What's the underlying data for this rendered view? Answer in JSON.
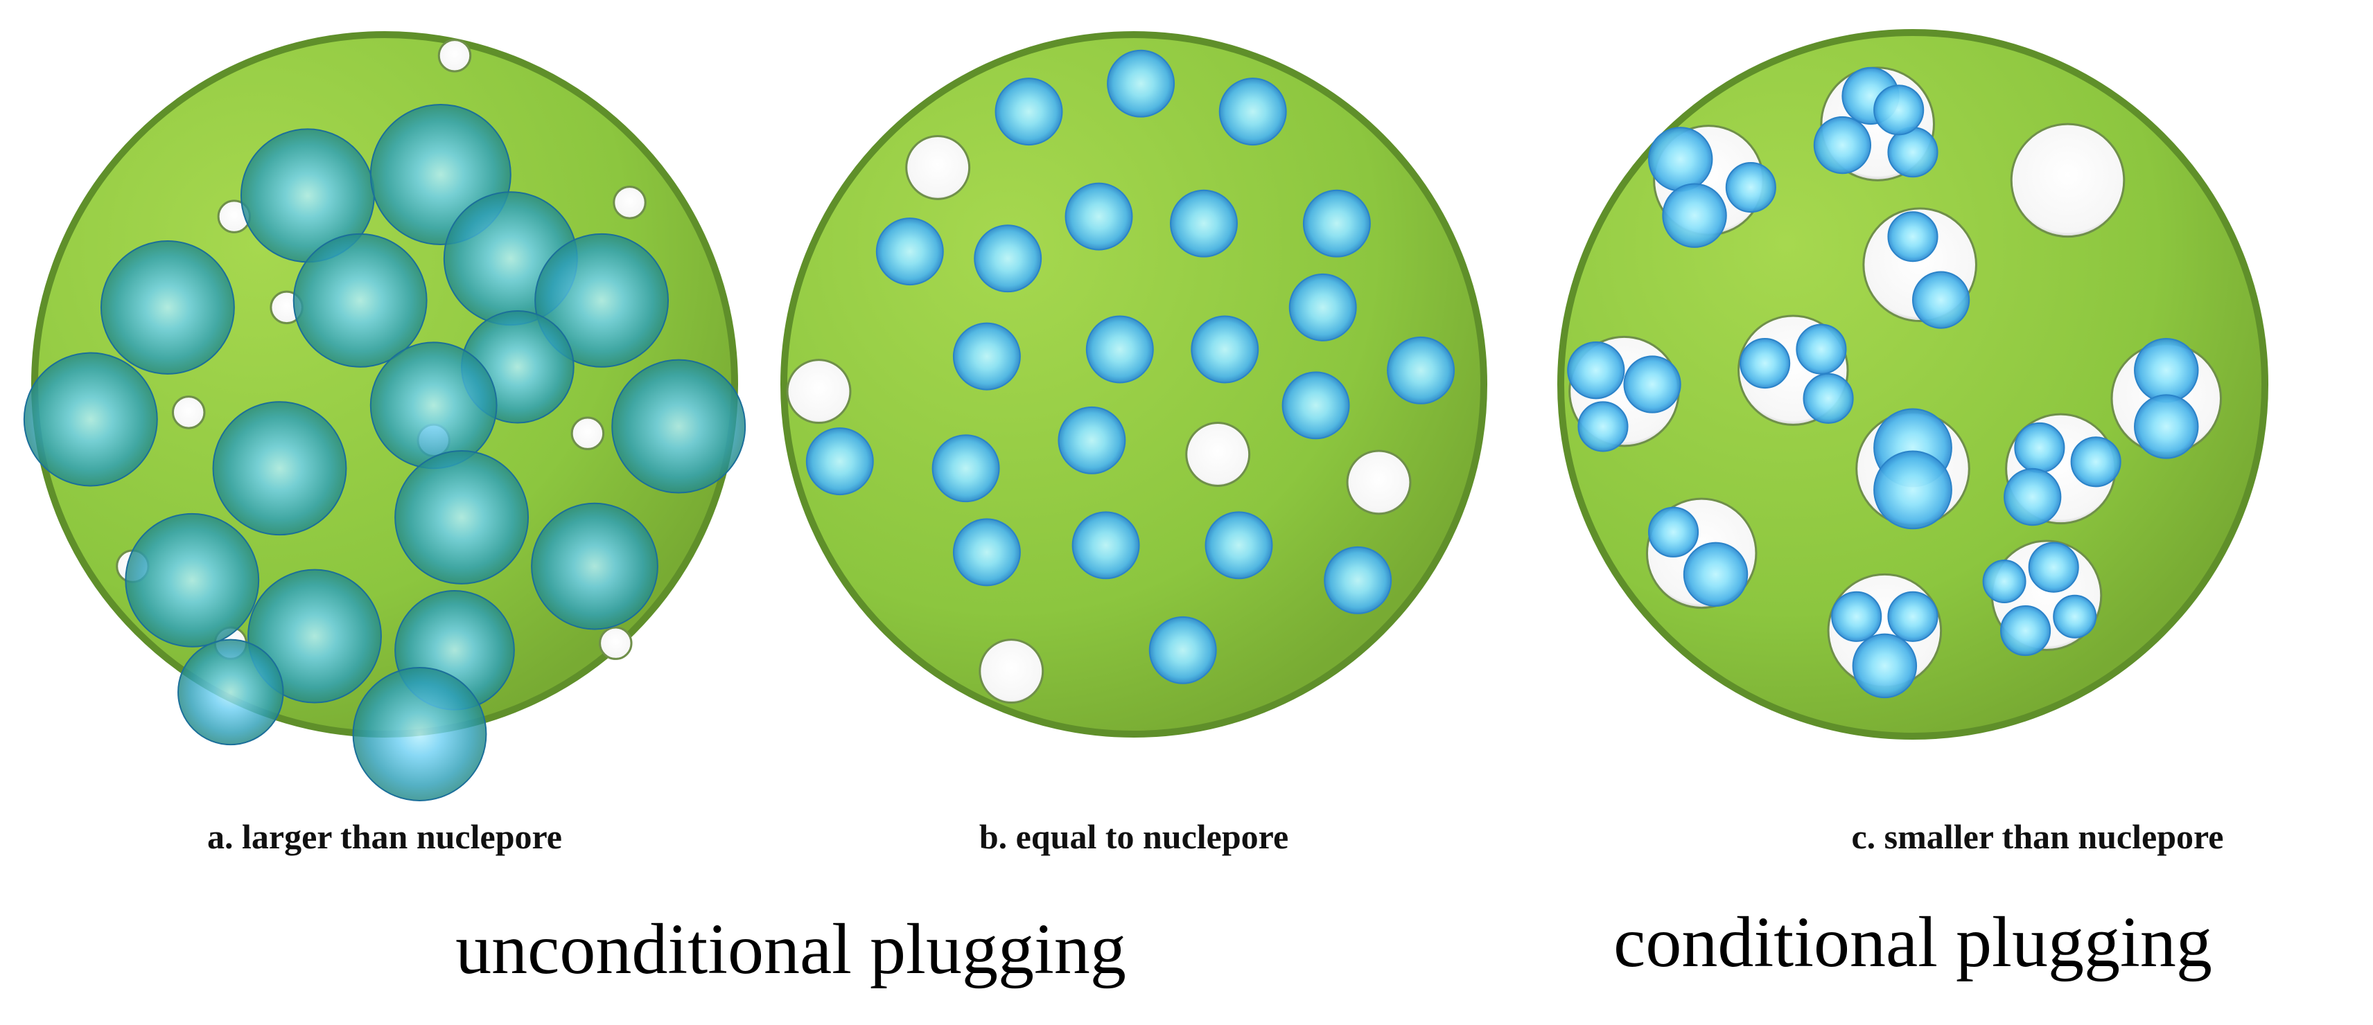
{
  "colors": {
    "disc_fill": "#8cc63f",
    "disc_rim": "#5f8f2a",
    "pore": "#ffffff",
    "particle_light": "#8fe3fb",
    "particle_mid": "#4fb6ea",
    "particle_dark": "#1f74c4",
    "large_particle_shell": "#1f8f7f"
  },
  "panels": [
    {
      "id": "a",
      "caption": "a. larger than nuclepore",
      "particle_size": "larger",
      "pores": [
        [
          0.2,
          -0.94,
          0.045
        ],
        [
          -0.43,
          -0.48,
          0.045
        ],
        [
          0.7,
          -0.52,
          0.045
        ],
        [
          -0.28,
          -0.22,
          0.045
        ],
        [
          -0.56,
          0.08,
          0.045
        ],
        [
          0.14,
          0.16,
          0.045
        ],
        [
          0.58,
          0.14,
          0.045
        ],
        [
          -0.72,
          0.52,
          0.045
        ],
        [
          -0.44,
          0.74,
          0.045
        ],
        [
          0.66,
          0.74,
          0.045
        ]
      ],
      "particles": [
        [
          -0.22,
          -0.54,
          0.19
        ],
        [
          0.16,
          -0.6,
          0.2
        ],
        [
          0.36,
          -0.36,
          0.19
        ],
        [
          -0.62,
          -0.22,
          0.19
        ],
        [
          -0.07,
          -0.24,
          0.19
        ],
        [
          0.62,
          -0.24,
          0.19
        ],
        [
          -0.84,
          0.1,
          0.19
        ],
        [
          0.38,
          -0.05,
          0.16
        ],
        [
          0.14,
          0.06,
          0.18
        ],
        [
          -0.3,
          0.24,
          0.19
        ],
        [
          0.84,
          0.12,
          0.19
        ],
        [
          0.22,
          0.38,
          0.19
        ],
        [
          -0.55,
          0.56,
          0.19
        ],
        [
          0.6,
          0.52,
          0.18
        ],
        [
          -0.2,
          0.72,
          0.19
        ],
        [
          0.2,
          0.76,
          0.17
        ],
        [
          -0.44,
          0.88,
          0.15
        ],
        [
          0.1,
          1.0,
          0.19
        ]
      ]
    },
    {
      "id": "b",
      "caption": "b. equal to nuclepore",
      "particle_size": "equal",
      "pores": [
        [
          -0.56,
          -0.62,
          0.09
        ],
        [
          -0.9,
          0.02,
          0.09
        ],
        [
          0.24,
          0.2,
          0.09
        ],
        [
          0.7,
          0.28,
          0.09
        ],
        [
          -0.35,
          0.82,
          0.09
        ]
      ],
      "particles": [
        [
          -0.3,
          -0.78,
          0.095
        ],
        [
          0.02,
          -0.86,
          0.095
        ],
        [
          0.34,
          -0.78,
          0.095
        ],
        [
          -0.64,
          -0.38,
          0.095
        ],
        [
          -0.36,
          -0.36,
          0.095
        ],
        [
          -0.1,
          -0.48,
          0.095
        ],
        [
          0.2,
          -0.46,
          0.095
        ],
        [
          0.58,
          -0.46,
          0.095
        ],
        [
          -0.42,
          -0.08,
          0.095
        ],
        [
          -0.04,
          -0.1,
          0.095
        ],
        [
          0.26,
          -0.1,
          0.095
        ],
        [
          0.54,
          -0.22,
          0.095
        ],
        [
          0.82,
          -0.04,
          0.095
        ],
        [
          -0.84,
          0.22,
          0.095
        ],
        [
          -0.48,
          0.24,
          0.095
        ],
        [
          -0.12,
          0.16,
          0.095
        ],
        [
          0.52,
          0.06,
          0.095
        ],
        [
          -0.42,
          0.48,
          0.095
        ],
        [
          -0.08,
          0.46,
          0.095
        ],
        [
          0.3,
          0.46,
          0.095
        ],
        [
          0.64,
          0.56,
          0.095
        ],
        [
          0.14,
          0.76,
          0.095
        ]
      ]
    },
    {
      "id": "c",
      "caption": "c. smaller than nuclepore",
      "particle_size": "smaller",
      "pores": [
        [
          -0.58,
          -0.58,
          0.155
        ],
        [
          -0.1,
          -0.74,
          0.16
        ],
        [
          0.44,
          -0.58,
          0.16
        ],
        [
          0.02,
          -0.34,
          0.16
        ],
        [
          -0.82,
          0.02,
          0.155
        ],
        [
          -0.34,
          -0.04,
          0.155
        ],
        [
          0.72,
          0.04,
          0.155
        ],
        [
          0.0,
          0.24,
          0.16
        ],
        [
          0.42,
          0.24,
          0.155
        ],
        [
          -0.6,
          0.48,
          0.155
        ],
        [
          -0.08,
          0.7,
          0.16
        ],
        [
          0.38,
          0.6,
          0.155
        ]
      ],
      "particles": [
        [
          -0.66,
          -0.64,
          0.09
        ],
        [
          -0.46,
          -0.56,
          0.07
        ],
        [
          -0.62,
          -0.48,
          0.09
        ],
        [
          -0.12,
          -0.82,
          0.08
        ],
        [
          -0.2,
          -0.68,
          0.08
        ],
        [
          0.0,
          -0.66,
          0.07
        ],
        [
          -0.04,
          -0.78,
          0.07
        ],
        [
          0.0,
          -0.42,
          0.07
        ],
        [
          0.08,
          -0.24,
          0.08
        ],
        [
          -0.9,
          -0.04,
          0.08
        ],
        [
          -0.74,
          0.0,
          0.08
        ],
        [
          -0.88,
          0.12,
          0.07
        ],
        [
          -0.42,
          -0.06,
          0.07
        ],
        [
          -0.26,
          -0.1,
          0.07
        ],
        [
          -0.24,
          0.04,
          0.07
        ],
        [
          0.72,
          -0.04,
          0.09
        ],
        [
          0.72,
          0.12,
          0.09
        ],
        [
          0.0,
          0.18,
          0.11
        ],
        [
          0.0,
          0.3,
          0.11
        ],
        [
          0.36,
          0.18,
          0.07
        ],
        [
          0.52,
          0.22,
          0.07
        ],
        [
          0.34,
          0.32,
          0.08
        ],
        [
          -0.68,
          0.42,
          0.07
        ],
        [
          -0.56,
          0.54,
          0.09
        ],
        [
          -0.16,
          0.66,
          0.07
        ],
        [
          0.0,
          0.66,
          0.07
        ],
        [
          -0.08,
          0.8,
          0.09
        ],
        [
          0.26,
          0.56,
          0.06
        ],
        [
          0.4,
          0.52,
          0.07
        ],
        [
          0.32,
          0.7,
          0.07
        ],
        [
          0.46,
          0.66,
          0.06
        ]
      ]
    }
  ],
  "groups": [
    {
      "label": "unconditional plugging"
    },
    {
      "label": "conditional plugging"
    }
  ]
}
